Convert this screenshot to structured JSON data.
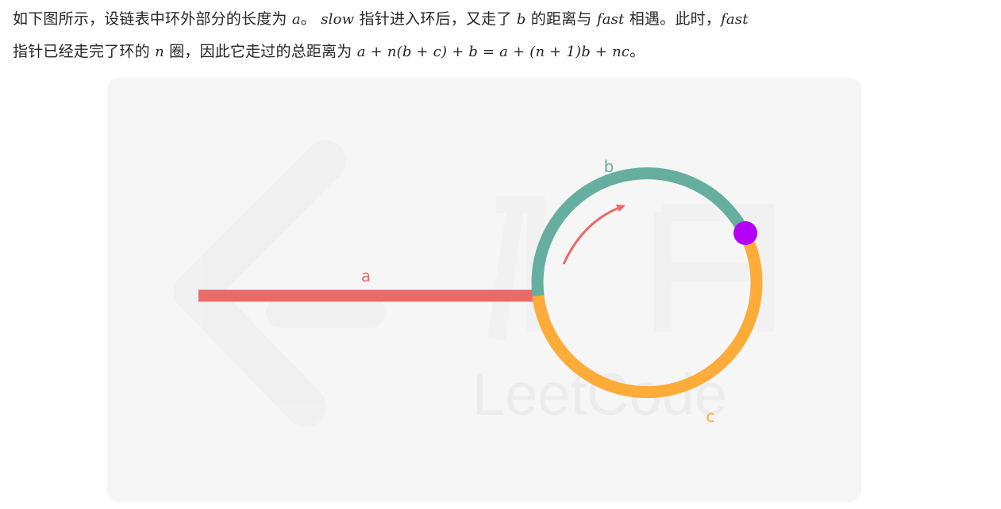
{
  "text": {
    "line1": {
      "p1": "如下图所示，设链表中环外部分的长度为",
      "m1": "a",
      "p2": "。",
      "m2": "slow",
      "p3": "指针进入环后，又走了",
      "m3": "b",
      "p4": "的距离与",
      "m4": "fast",
      "p5": "相遇。此时，",
      "m5": "fast"
    },
    "line2": {
      "p1": "指针已经走完了环的",
      "m1": "n",
      "p2": "圈，因此它走过的总距离为",
      "m2": "a + n(b + c) + b = a + (n + 1)b + nc",
      "p3": "。"
    }
  },
  "figure": {
    "labels": {
      "a": "a",
      "b": "b",
      "c": "c"
    },
    "watermark": "LeetCode",
    "colors": {
      "segment_a": "#e96a67",
      "segment_b": "#66ae9f",
      "segment_c": "#fdab39",
      "meet_point": "#b400f5",
      "direction_arrow": "#e96a67",
      "background": "#f6f6f6"
    }
  }
}
